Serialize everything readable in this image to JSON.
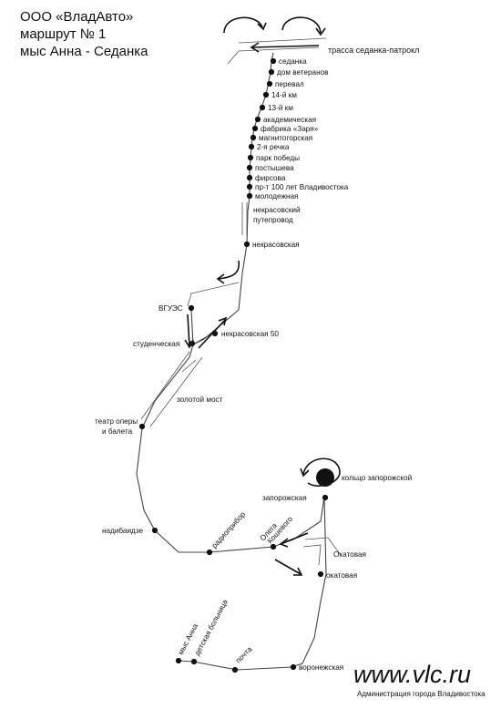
{
  "header": {
    "company": "ООО «ВладАвто»",
    "route": "маршрут № 1",
    "direction": "мыс Анна - Седанка"
  },
  "labels": {
    "highway": "трасса седанка-патрокл",
    "sedanka": "седанка",
    "dom_veteranov": "дом ветеранов",
    "pereval": "перевал",
    "km14": "14-й км",
    "km13": "13-й км",
    "akademicheskaya": "академическая",
    "fabrika": "фабрика «Заря»",
    "magnitogorskaya": "магнитогорская",
    "rechka2": "2-я речка",
    "park_pobedy": "парк победы",
    "postysheva": "постышева",
    "firsova": "фирсова",
    "pr100": "пр-т 100 лет Владивостока",
    "molodezhnaya": "молодежная",
    "nekr_puteprovod_1": "некрасовский",
    "nekr_puteprovod_2": "путепровод",
    "nekrasovskaya": "некрасовская",
    "vgues": "ВГУЭС",
    "studencheskaya": "студенческая",
    "nekrasovskaya50": "некрасовская 50",
    "zolotoy_most": "золотой мост",
    "teatr_1": "театр оперы",
    "teatr_2": "и балета",
    "nadibaidze": "надибаидзе",
    "radiopribor": "радиоприбор",
    "olega_1": "Олега",
    "olega_2": "Кошевого",
    "okatovaya_road": "Окатовая",
    "okatovaya": "окатовая",
    "koltso": "кольцо запорожской",
    "zaporozhskaya": "запорожская",
    "voronezhskaya": "воронежская",
    "pochta": "почта",
    "detskaya": "детская больница",
    "mys_anna": "мыс Анна"
  },
  "watermark": {
    "site": "www.vlc.ru",
    "caption": "Администрация города Владивостока"
  }
}
